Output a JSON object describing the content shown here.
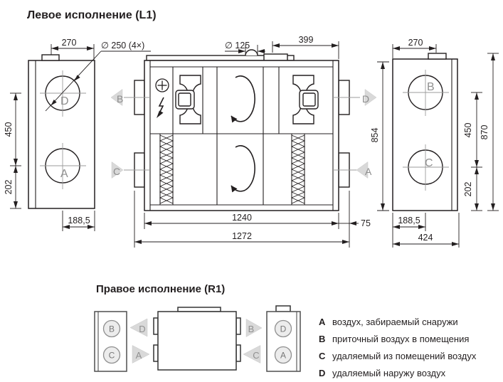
{
  "titles": {
    "l1": "Левое исполнение (L1)",
    "r1": "Правое исполнение (R1)"
  },
  "ports": {
    "a": "A",
    "b": "B",
    "c": "C",
    "d": "D"
  },
  "dims": {
    "d270": "270",
    "d250": "∅ 250 (4×)",
    "d125": "∅ 125",
    "d399": "399",
    "d450": "450",
    "d202": "202",
    "d854": "854",
    "d870": "870",
    "d188": "188,5",
    "d1240": "1240",
    "d75": "75",
    "d1272": "1272",
    "d424": "424"
  },
  "legend": {
    "items": [
      {
        "key": "A",
        "text": "воздух, забираемый снаружи"
      },
      {
        "key": "B",
        "text": "приточный воздух в помещения"
      },
      {
        "key": "C",
        "text": "удаляемый из помещений воздух"
      },
      {
        "key": "D",
        "text": "удаляемый наружу воздух"
      }
    ]
  },
  "colors": {
    "line": "#231f20",
    "centerline_gray": "#9b9b9b",
    "flow_arrow_fill": "#d9d9d9",
    "flow_arrow_text": "#8c8c8c",
    "background": "#ffffff"
  }
}
